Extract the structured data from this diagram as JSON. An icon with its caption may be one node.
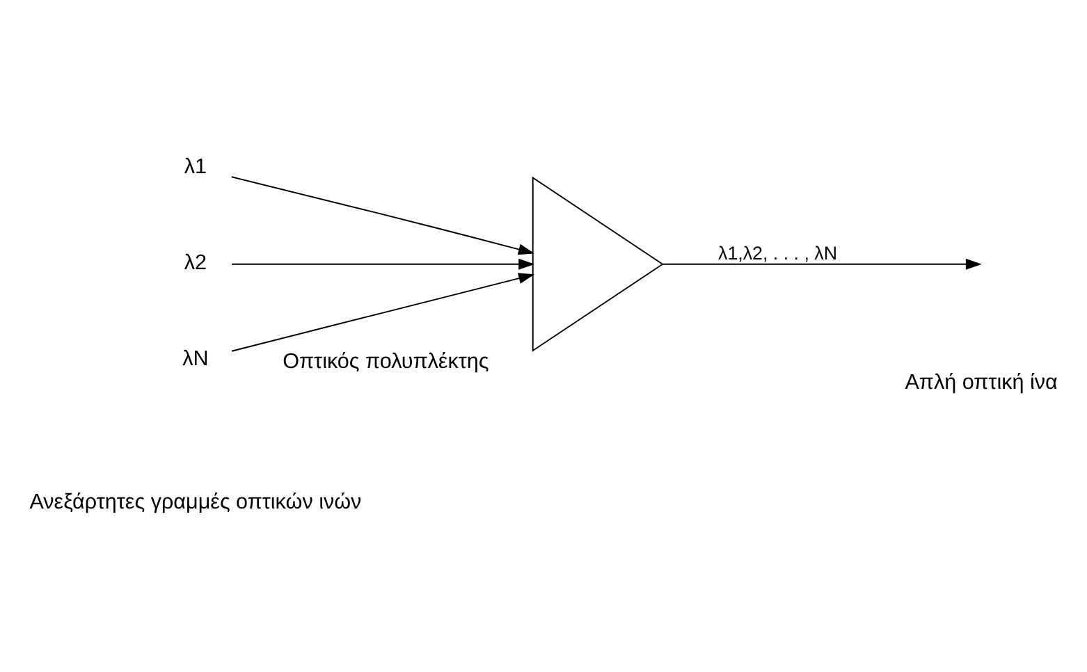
{
  "diagram": {
    "nodes": [
      {
        "text": [
          "λ1"
        ]
      },
      {
        "text": [
          "λ2"
        ]
      },
      {
        "text": [
          "λN"
        ]
      },
      {
        "text": [],
        "shape": "triangle",
        "beside": [
          "Οπτικός πολυπλέκτης"
        ]
      }
    ],
    "edges": [
      {
        "from": 0,
        "to": 3,
        "arrow": "to"
      },
      {
        "from": 1,
        "to": 3,
        "arrow": "to"
      },
      {
        "from": 2,
        "to": 3,
        "arrow": "to"
      },
      {
        "from": 3,
        "to": null,
        "arrow": "to",
        "label": "λ1,λ2, . . . , λN"
      }
    ],
    "labels": [
      "Απλή οπτική ίνα",
      "Ανεξάρτητες γραμμές οπτικών ινών"
    ]
  }
}
